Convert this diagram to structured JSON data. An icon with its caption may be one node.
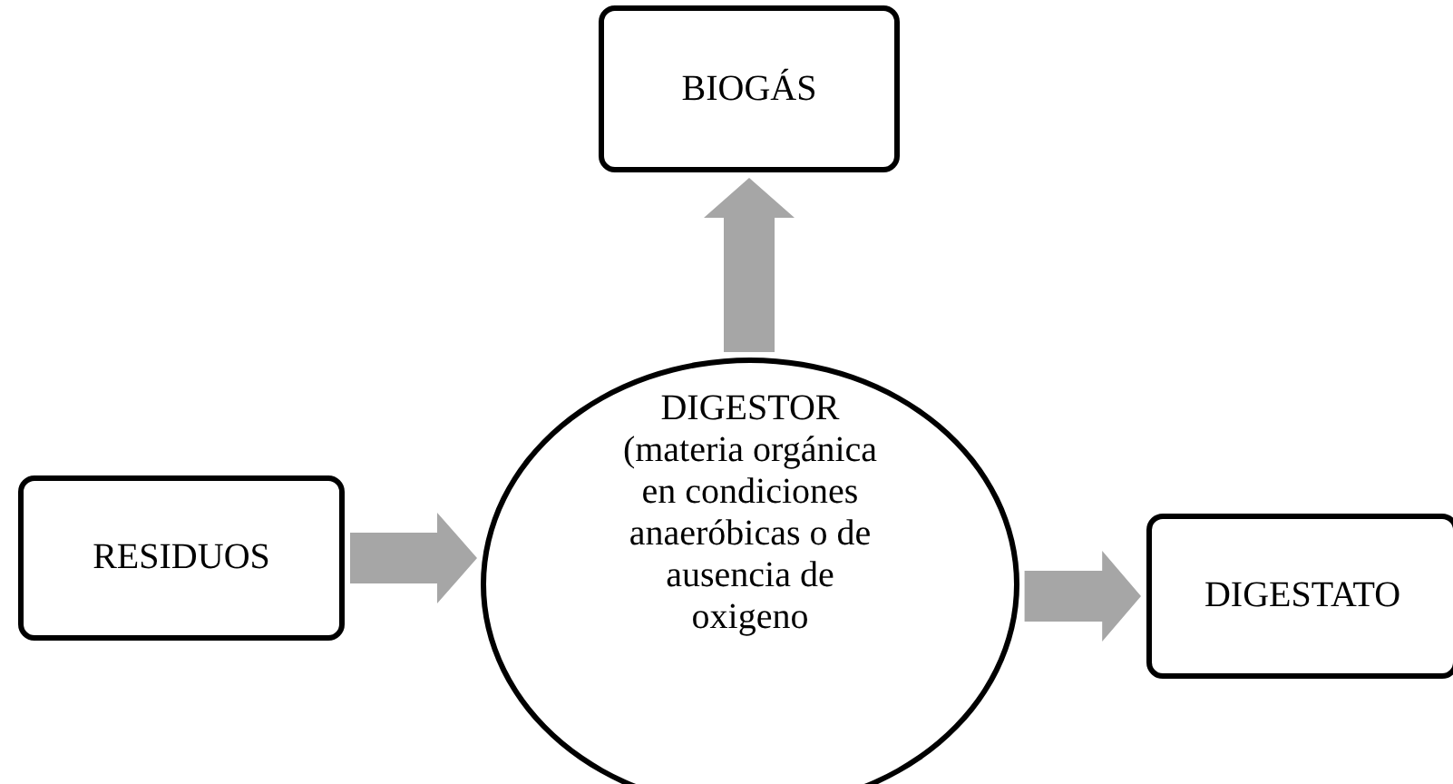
{
  "diagram": {
    "nodes": [
      {
        "text": [
          "BIOGÁS"
        ]
      },
      {
        "text": [
          "RESIDUOS"
        ]
      },
      {
        "text": [
          "DIGESTOR (materia orgánica en condiciones anaeróbicas o de ausencia de oxigeno"
        ]
      },
      {
        "text": [
          "DIGESTATO"
        ]
      }
    ],
    "edges": [
      {
        "from": 1,
        "to": 2,
        "arrow": "to"
      },
      {
        "from": 2,
        "to": 0,
        "arrow": "to"
      },
      {
        "from": 2,
        "to": 3,
        "arrow": "to"
      }
    ]
  }
}
